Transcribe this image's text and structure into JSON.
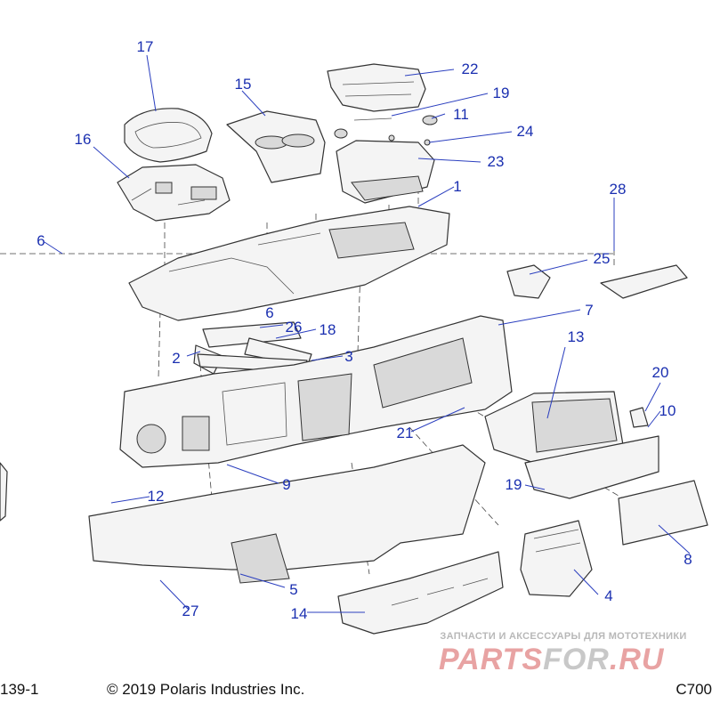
{
  "diagram": {
    "callouts": [
      "1",
      "2",
      "3",
      "4",
      "5",
      "6",
      "6",
      "7",
      "8",
      "9",
      "10",
      "11",
      "12",
      "13",
      "14",
      "15",
      "16",
      "17",
      "18",
      "19",
      "19",
      "20",
      "21",
      "22",
      "23",
      "24",
      "25",
      "26",
      "27",
      "28"
    ]
  },
  "footer": {
    "doc_number": "139-1",
    "copyright": "© 2019 Polaris Industries Inc.",
    "page_code": "C700"
  },
  "watermark": {
    "tagline": "ЗАПЧАСТИ И АКСЕССУАРЫ ДЛЯ МОТОТЕХНИКИ",
    "brand_main": "PARTS",
    "brand_accent": "FOR",
    "brand_suffix": ".RU"
  },
  "colors": {
    "callout": "#1a2fb0",
    "leader": "#2b3fbf",
    "watermark_red": "#e8a3a3"
  }
}
